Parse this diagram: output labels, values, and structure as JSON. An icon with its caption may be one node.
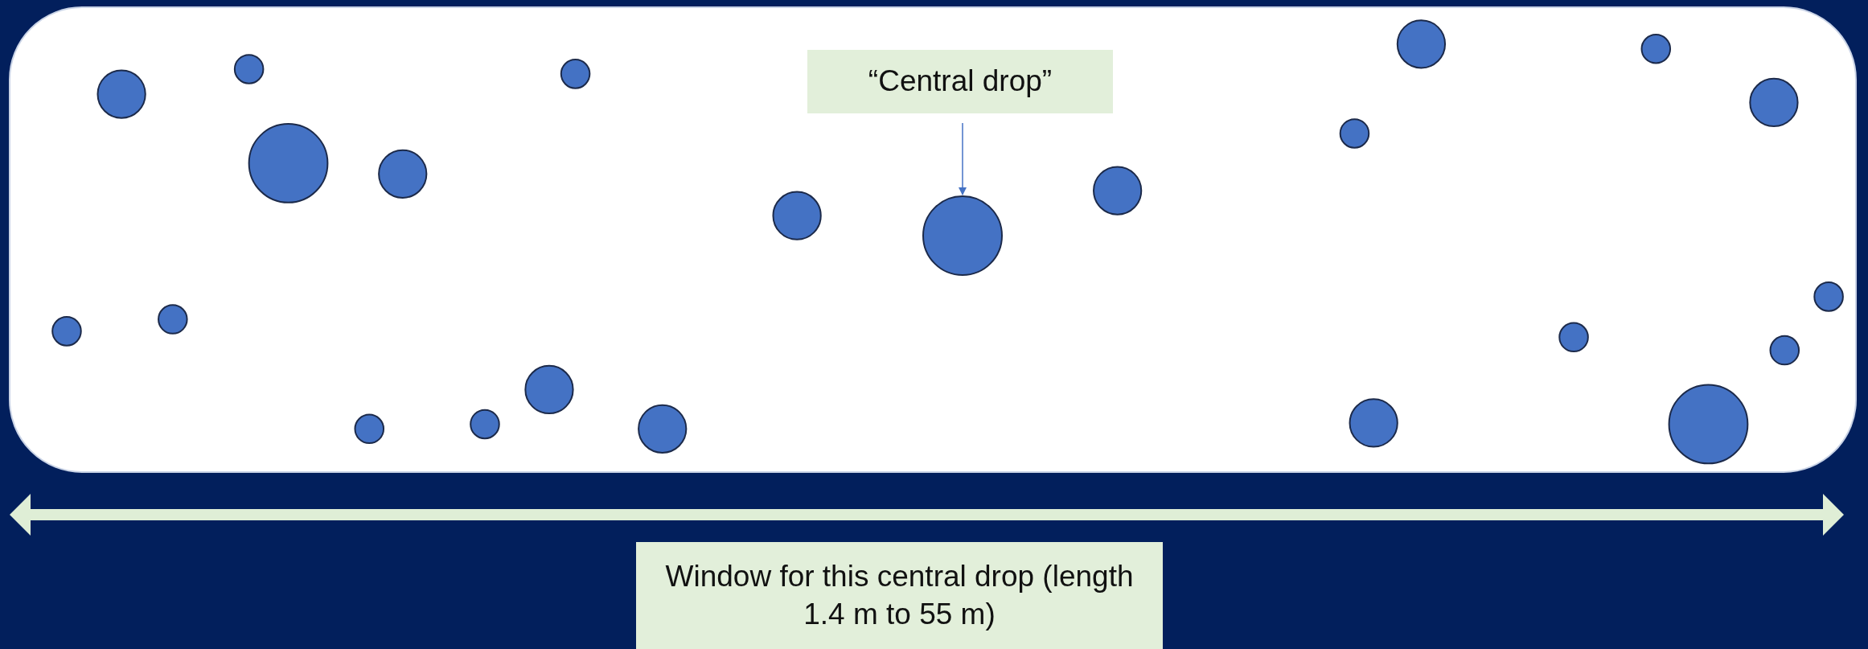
{
  "diagram": {
    "nodes": [
      {
        "text": [
          "“Central drop”"
        ]
      },
      {
        "text": [],
        "shape": "circle"
      },
      {
        "text": [
          "Window for this central drop (length 1.4 m to 55 m)"
        ]
      }
    ],
    "edges": [
      {
        "from": 0,
        "to": 1,
        "arrow": "to"
      }
    ]
  }
}
